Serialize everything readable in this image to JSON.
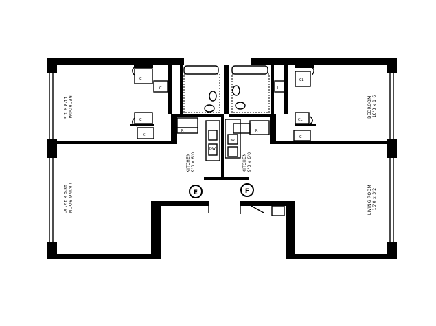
{
  "rooms": {
    "left_bedroom": {
      "name": "BEDROOM",
      "dims": "11'3 x 1 5"
    },
    "right_bedroom": {
      "name": "BEDROOM",
      "dims": "10'3 x 1 6"
    },
    "left_living": {
      "name": "LIVING ROOM",
      "dims": "18'0 x 13' 6\""
    },
    "right_living": {
      "name": "LIVING ROOM",
      "dims": "16'0 x 3'2"
    },
    "kitchen_e": {
      "name": "KITCHEN",
      "dims": "9'0 x 6'0"
    },
    "kitchen_f": {
      "name": "KITCHEN",
      "dims": "9'0 x 6'0"
    }
  },
  "units": {
    "left": "E",
    "right": "F"
  },
  "closets": {
    "c": "C",
    "cl": "CL",
    "l": "L"
  },
  "fixtures": {
    "dw": "DW",
    "r": "R"
  }
}
